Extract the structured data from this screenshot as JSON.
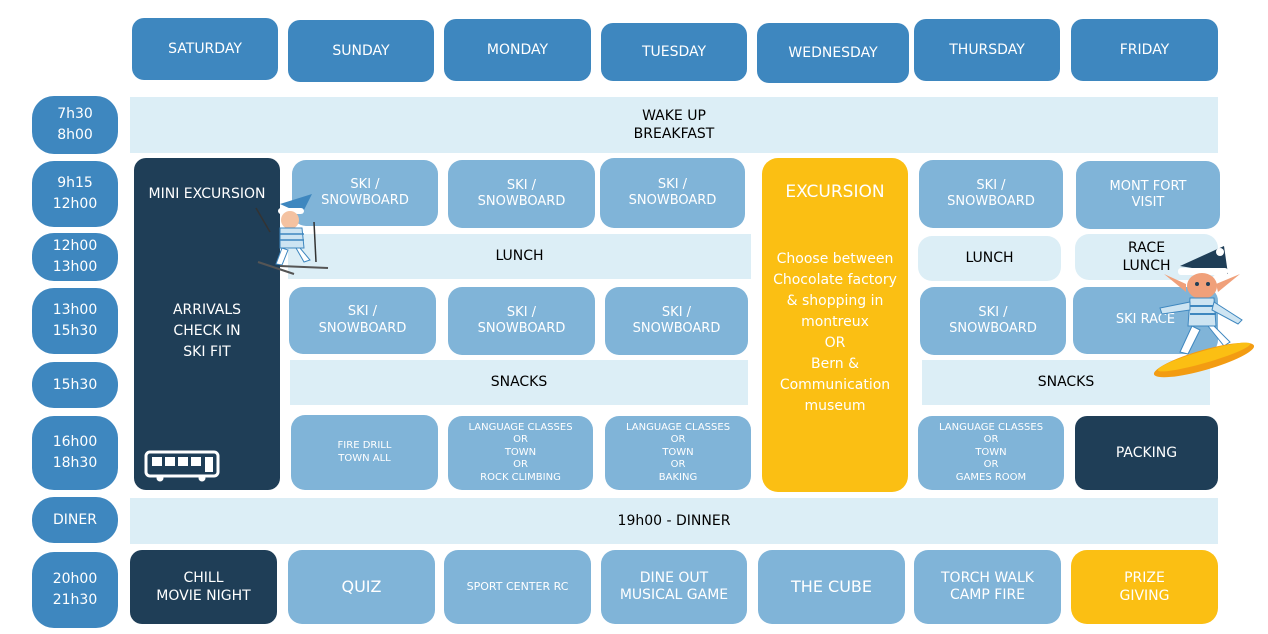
{
  "days": [
    "SATURDAY",
    "SUNDAY",
    "MONDAY",
    "TUESDAY",
    "WEDNESDAY",
    "THURSDAY",
    "FRIDAY"
  ],
  "times": {
    "t1": "7h30\n8h00",
    "t2": "9h15\n12h00",
    "t3": "12h00\n13h00",
    "t4": "13h00\n15h30",
    "t5": "15h30",
    "t6": "16h00\n18h30",
    "t7": "DINER",
    "t8": "20h00\n21h30"
  },
  "bars": {
    "wake": "WAKE UP\nBREAKFAST",
    "dinner": "19h00 - DINNER"
  },
  "saturday": {
    "mini_excursion": "MINI EXCURSION",
    "arrivals": "ARRIVALS\nCHECK IN\nSKI FIT",
    "bus_icon": "bus-icon",
    "evening": "CHILL\nMOVIE NIGHT"
  },
  "sunday": {
    "morning": "SKI /\nSNOWBOARD",
    "lunch": "LUNCH",
    "afternoon": "SKI /\nSNOWBOARD",
    "snacks": "SNACKS",
    "late": "FIRE DRILL\nTOWN ALL",
    "evening": "QUIZ"
  },
  "monday": {
    "morning": "SKI /\nSNOWBOARD",
    "afternoon": "SKI /\nSNOWBOARD",
    "late": "LANGUAGE CLASSES\nOR\nTOWN\nOR\nROCK CLIMBING",
    "evening": "SPORT CENTER RC"
  },
  "tuesday": {
    "morning": "SKI /\nSNOWBOARD",
    "afternoon": "SKI /\nSNOWBOARD",
    "late": "LANGUAGE CLASSES\nOR\nTOWN\nOR\nBAKING",
    "evening": "DINE OUT\nMUSICAL GAME"
  },
  "wednesday": {
    "excursion_title": "EXCURSION",
    "excursion_body": "Choose between\nChocolate factory\n& shopping in\nmontreux\nOR\nBern &\nCommunication\nmuseum",
    "evening": "THE CUBE"
  },
  "thursday": {
    "morning": "SKI /\nSNOWBOARD",
    "lunch": "LUNCH",
    "afternoon": "SKI /\nSNOWBOARD",
    "snacks": "SNACKS",
    "late": "LANGUAGE CLASSES\nOR\nTOWN\nOR\nGAMES ROOM",
    "evening": "TORCH WALK\nCAMP FIRE"
  },
  "friday": {
    "morning": "MONT FORT\nVISIT",
    "lunch": "RACE\nLUNCH",
    "afternoon": "SKI RACE",
    "late": "PACKING",
    "evening": "PRIZE\nGIVING"
  },
  "colors": {
    "blue": "#3e87bf",
    "light_blue": "#80b4d8",
    "pale": "#dceef6",
    "navy": "#1f3e57",
    "yellow": "#fbbf13"
  },
  "illustrations": [
    "skiing-elf-icon",
    "snowboarding-elf-icon"
  ]
}
